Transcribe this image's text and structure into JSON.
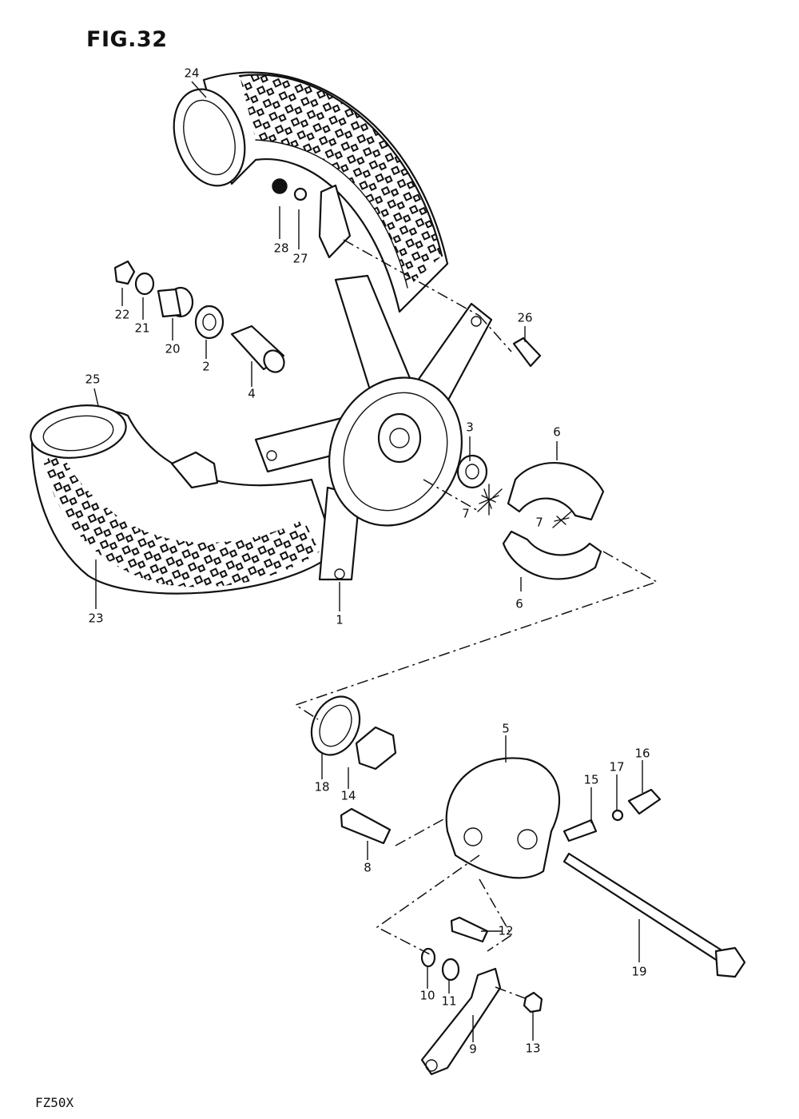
{
  "figure": {
    "title": "FIG.32",
    "model": "FZ50X"
  },
  "callouts": [
    "24",
    "28",
    "27",
    "22",
    "21",
    "20",
    "2",
    "4",
    "26",
    "25",
    "3",
    "6",
    "7",
    "7",
    "6",
    "23",
    "1",
    "5",
    "18",
    "14",
    "16",
    "17",
    "15",
    "8",
    "12",
    "19",
    "10",
    "11",
    "13",
    "9"
  ]
}
